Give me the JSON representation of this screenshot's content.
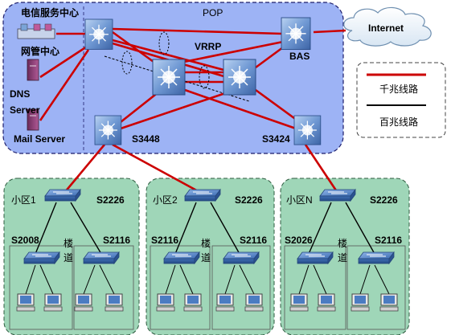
{
  "pop": {
    "label": "POP",
    "telecom_center": "电信服务中心",
    "nms_center": "网管中心",
    "dns_line1": "DNS",
    "dns_line2": "Server",
    "mail_server": "Mail Server",
    "vrrp": "VRRP",
    "bas": "BAS",
    "internet": "Internet",
    "s3448": "S3448",
    "s3424": "S3424"
  },
  "legend": {
    "gigabit": "千兆线路",
    "hundred_mbit": "百兆线路",
    "gigabit_color": "#cc0000",
    "hundred_mbit_color": "#000000"
  },
  "districts": [
    {
      "name": "小区1",
      "core_switch": "S2226",
      "left_switch": "S2008",
      "right_switch": "S2116",
      "corridor_a": "楼",
      "corridor_b": "道"
    },
    {
      "name": "小区2",
      "core_switch": "S2226",
      "left_switch": "S2116",
      "right_switch": "S2116",
      "corridor_a": "楼",
      "corridor_b": "道"
    },
    {
      "name": "小区N",
      "core_switch": "S2226",
      "left_switch": "S2026",
      "right_switch": "S2116",
      "corridor_a": "楼",
      "corridor_b": "道"
    }
  ],
  "colors": {
    "pop_fill": "#9db3f5",
    "district_fill": "#9fd6b8",
    "gigabit_link": "#cc0000",
    "switch_blue": "#4a78b8"
  }
}
